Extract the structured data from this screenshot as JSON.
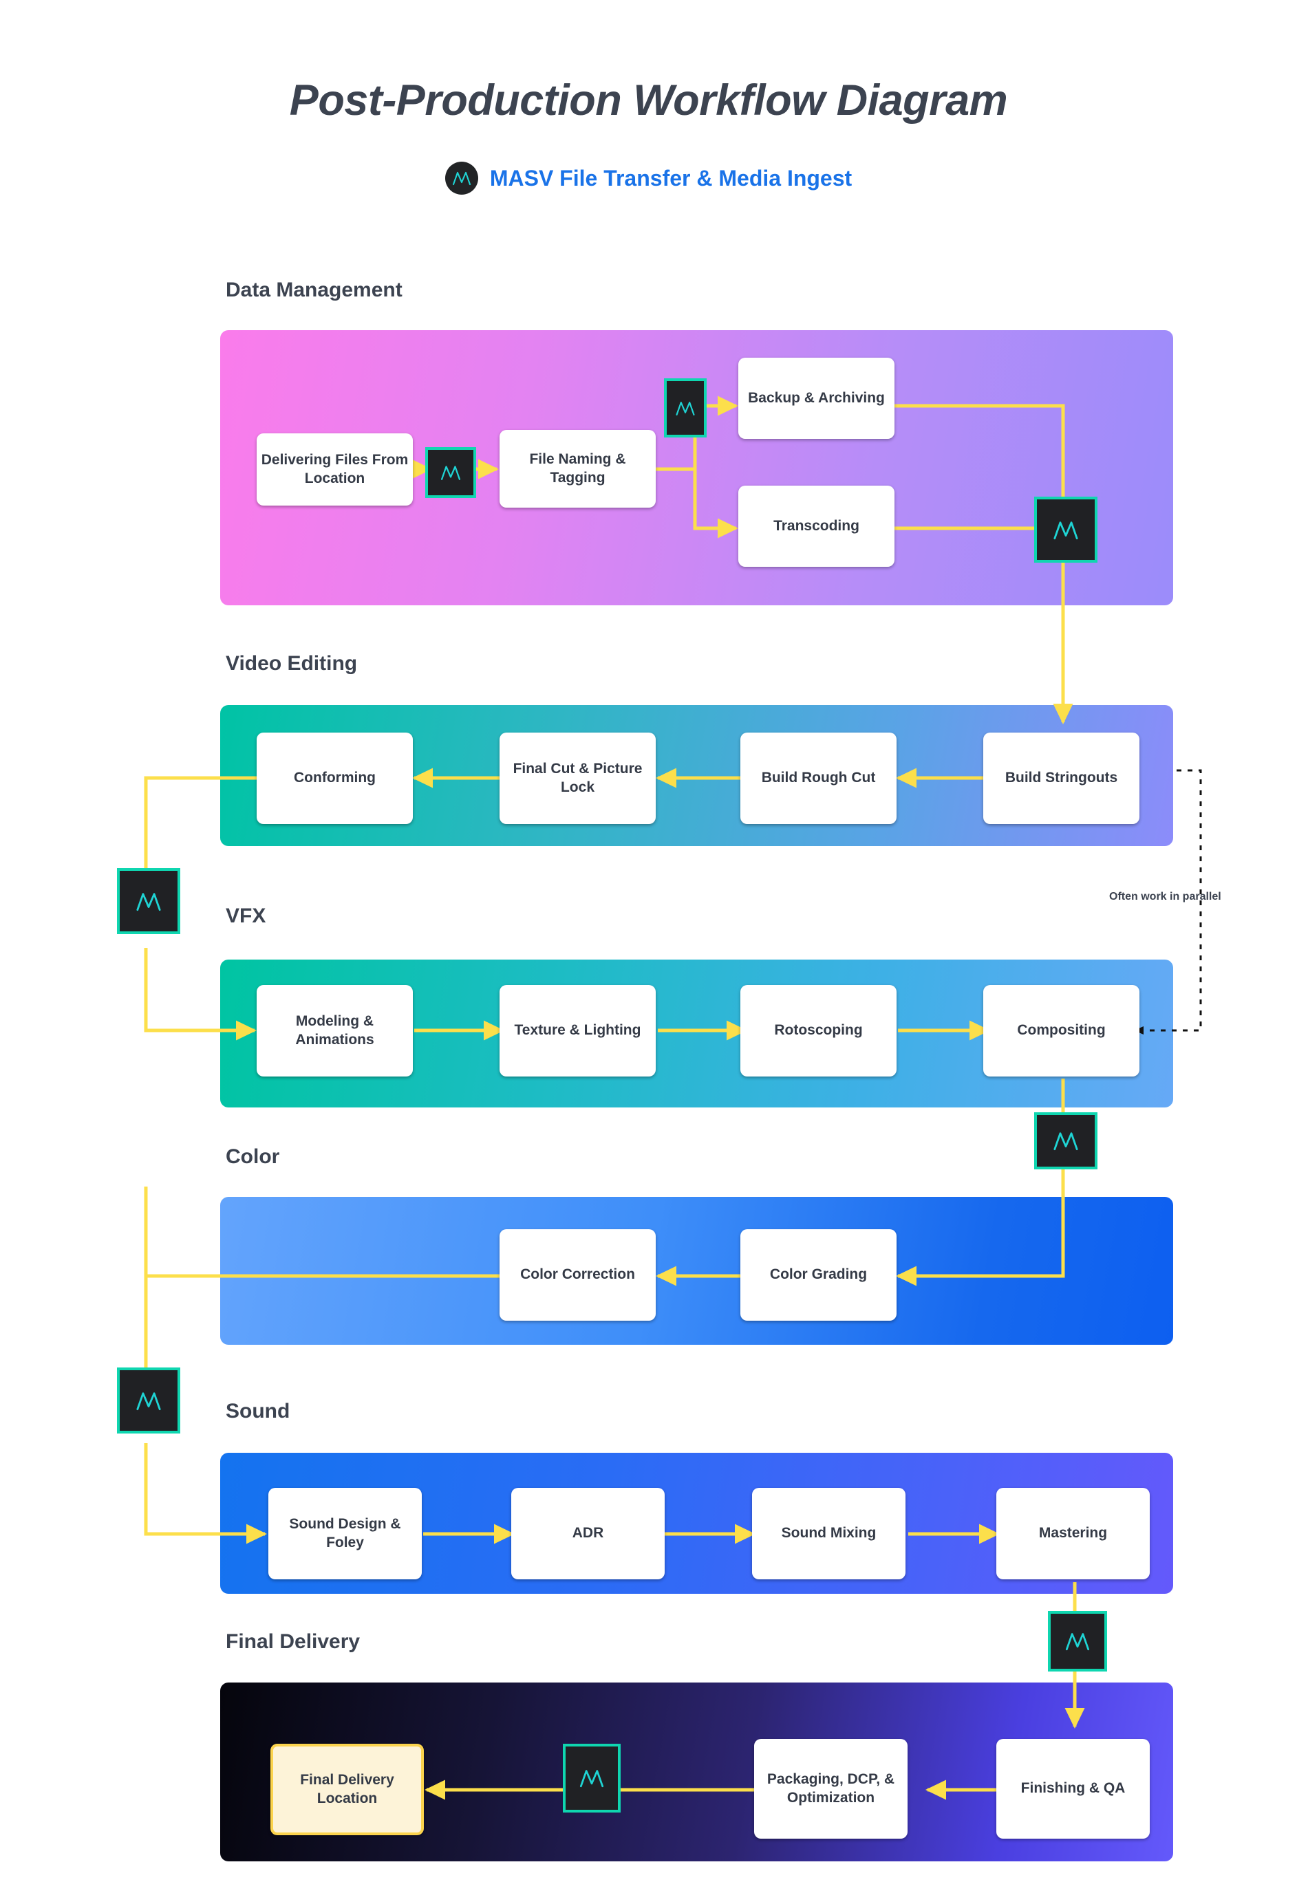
{
  "header": {
    "title": "Post-Production Workflow Diagram",
    "subtitle": "MASV File Transfer & Media Ingest",
    "logo_icon": "masv-logo-icon",
    "accent_blue": "#1a73e8",
    "title_color": "#3c4350"
  },
  "theme": {
    "arrow_yellow": "#fcdf4b",
    "masv_border": "#0fd6b0",
    "masv_fill": "#202124",
    "masv_glyph": "#1fd4d4",
    "node_bg": "#ffffff",
    "node_text": "#343a46",
    "final_node_bg": "#fdf3d8",
    "final_node_border": "#fbd34d"
  },
  "annotations": {
    "parallel_note": "Often work in parallel"
  },
  "sections": [
    {
      "label": "Data Management",
      "gradient_from": "#fa7ceb",
      "gradient_to": "#9b8cfa",
      "nodes": [
        "Delivering Files From Location",
        "File Naming & Tagging",
        "Backup & Archiving",
        "Transcoding"
      ]
    },
    {
      "label": "Video Editing",
      "gradient_from": "#00c3a5",
      "gradient_to": "#8c8cfa",
      "nodes": [
        "Conforming",
        "Final Cut & Picture Lock",
        "Build Rough Cut",
        "Build Stringouts"
      ]
    },
    {
      "label": "VFX",
      "gradient_from": "#00c4a2",
      "gradient_to": "#66a9f6",
      "nodes": [
        "Modeling & Animations",
        "Texture & Lighting",
        "Rotoscoping",
        "Compositing"
      ]
    },
    {
      "label": "Color",
      "gradient_from": "#63a4fc",
      "gradient_to": "#0d5ff0",
      "nodes": [
        "Color Correction",
        "Color Grading"
      ]
    },
    {
      "label": "Sound",
      "gradient_from": "#1473ef",
      "gradient_to": "#6459fb",
      "nodes": [
        "Sound Design & Foley",
        "ADR",
        "Sound Mixing",
        "Mastering"
      ]
    },
    {
      "label": "Final Delivery",
      "gradient_from": "#05050c",
      "gradient_to": "#6459fb",
      "nodes": [
        "Final Delivery Location",
        "Packaging, DCP, & Optimization",
        "Finishing & QA"
      ]
    }
  ],
  "nodes": {
    "delivering_files": "Delivering Files From Location",
    "file_naming": "File Naming & Tagging",
    "backup_archiving": "Backup & Archiving",
    "transcoding": "Transcoding",
    "conforming": "Conforming",
    "final_cut": "Final Cut & Picture Lock",
    "build_rough_cut": "Build Rough Cut",
    "build_stringouts": "Build Stringouts",
    "modeling": "Modeling & Animations",
    "texture": "Texture & Lighting",
    "rotoscoping": "Rotoscoping",
    "compositing": "Compositing",
    "color_correction": "Color Correction",
    "color_grading": "Color Grading",
    "sound_design": "Sound Design & Foley",
    "adr": "ADR",
    "sound_mixing": "Sound Mixing",
    "mastering": "Mastering",
    "final_delivery_location": "Final Delivery Location",
    "packaging": "Packaging, DCP, & Optimization",
    "finishing_qa": "Finishing & QA"
  },
  "masv_transfer_points": [
    {
      "id": "masv-ingest",
      "after": "Delivering Files From Location"
    },
    {
      "id": "masv-backup",
      "after": "File Naming & Tagging"
    },
    {
      "id": "masv-to-editing",
      "after": "Transcoding"
    },
    {
      "id": "masv-edit-to-vfx",
      "after": "Conforming"
    },
    {
      "id": "masv-vfx-to-color",
      "after": "Compositing"
    },
    {
      "id": "masv-color-to-sound",
      "after": "Color Correction"
    },
    {
      "id": "masv-sound-to-delivery",
      "after": "Mastering"
    },
    {
      "id": "masv-final-delivery",
      "after": "Packaging, DCP, & Optimization"
    }
  ]
}
